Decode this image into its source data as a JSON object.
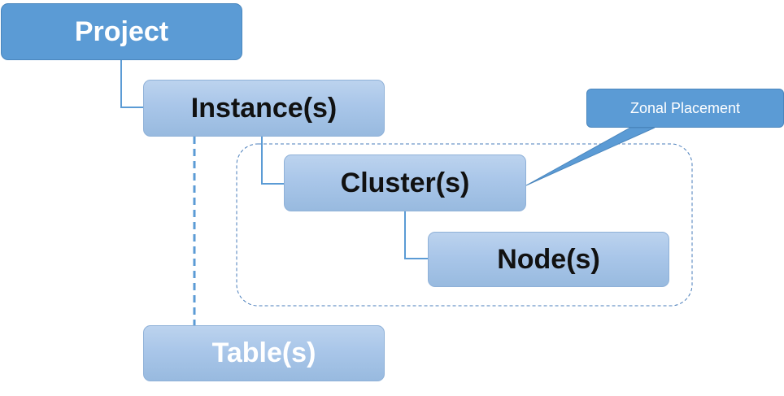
{
  "diagram": {
    "project": "Project",
    "instance": "Instance(s)",
    "cluster": "Cluster(s)",
    "node": "Node(s)",
    "table": "Table(s)",
    "callout": "Zonal Placement"
  },
  "colors": {
    "dark_blue": "#5b9bd5",
    "light_blue": "#a9c6e9",
    "connector": "#5b9bd5",
    "dashed_border": "#4a7ebb"
  }
}
